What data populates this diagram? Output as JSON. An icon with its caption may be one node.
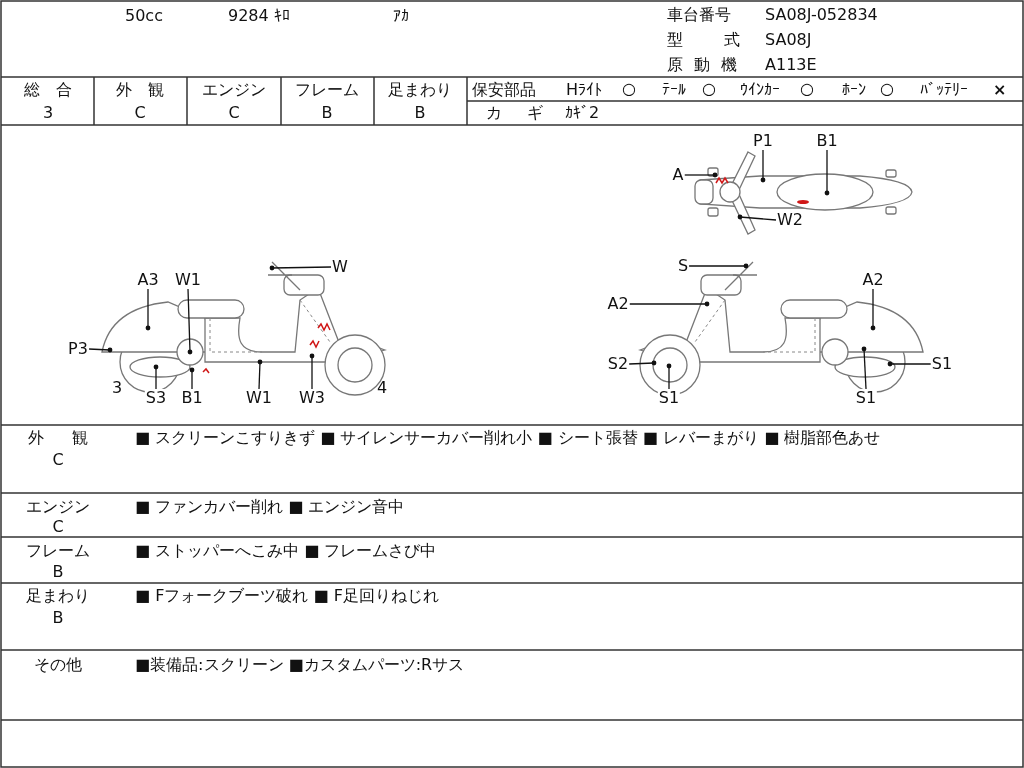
{
  "diagram": {
    "nodes": [
      {
        "text": [
          "P1"
        ]
      },
      {
        "text": [
          "B1"
        ]
      },
      {
        "text": [
          "A"
        ]
      },
      {
        "text": [
          "W2"
        ]
      },
      {
        "text": [
          "W"
        ]
      },
      {
        "text": [
          "S"
        ]
      },
      {
        "text": [
          "A3"
        ]
      },
      {
        "text": [
          "W1"
        ]
      },
      {
        "text": [
          "A2"
        ]
      },
      {
        "text": [
          "A2"
        ]
      },
      {
        "text": [
          "P3"
        ]
      },
      {
        "text": [
          "S2"
        ]
      },
      {
        "text": [
          "S1"
        ]
      },
      {
        "text": [
          "S3"
        ]
      },
      {
        "text": [
          "B1"
        ]
      },
      {
        "text": [
          "W1"
        ]
      },
      {
        "text": [
          "W3"
        ]
      },
      {
        "text": [
          "S1"
        ]
      },
      {
        "text": [
          "S1"
        ]
      }
    ],
    "edges": [
      {
        "from": 0,
        "to": null,
        "arrow": "other"
      },
      {
        "from": 1,
        "to": null,
        "arrow": "other"
      },
      {
        "from": 2,
        "to": null,
        "arrow": "other"
      },
      {
        "from": 3,
        "to": null,
        "arrow": "other"
      },
      {
        "from": 4,
        "to": null,
        "arrow": "other"
      },
      {
        "from": 5,
        "to": null,
        "arrow": "other"
      },
      {
        "from": 6,
        "to": null,
        "arrow": "other"
      },
      {
        "from": 7,
        "to": null,
        "arrow": "other"
      },
      {
        "from": 8,
        "to": null,
        "arrow": "other"
      },
      {
        "from": 9,
        "to": null,
        "arrow": "other"
      },
      {
        "from": 10,
        "to": null,
        "arrow": "other"
      },
      {
        "from": 11,
        "to": null,
        "arrow": "other"
      },
      {
        "from": 12,
        "to": null,
        "arrow": "other"
      },
      {
        "from": 13,
        "to": null,
        "arrow": "other"
      },
      {
        "from": 14,
        "to": null,
        "arrow": "other"
      },
      {
        "from": 15,
        "to": null,
        "arrow": "other"
      },
      {
        "from": 16,
        "to": null,
        "arrow": "other"
      },
      {
        "from": 17,
        "to": null,
        "arrow": "other"
      },
      {
        "from": 18,
        "to": null,
        "arrow": "other"
      }
    ],
    "labels": [
      "50cc",
      "9284 ｷﾛ",
      "ｱｶ",
      "車台番号",
      "SA08J-052834",
      "型 式",
      "SA08J",
      "原 動 機",
      "A113E",
      "総 合",
      "外 観",
      "エンジン",
      "フレーム",
      "足まわり",
      "保安部品",
      "Hﾗｲﾄ",
      "○",
      "ﾃｰﾙ",
      "○",
      "ｳｲﾝｶｰ",
      "○",
      "ﾎｰﾝ",
      "○",
      "ﾊﾞｯﾃﾘｰ",
      "×",
      "3",
      "C",
      "C",
      "B",
      "B",
      "カ ギ",
      "ｶｷﾞ2",
      "3",
      "4",
      "外 観",
      "C",
      "■ スクリーンこすりきず ■ サイレンサーカバー削れ小 ■ シート張替 ■ レバーまがり ■ 樹脂部色あせ",
      "エンジン",
      "C",
      "■ ファンカバー削れ ■ エンジン音中",
      "フレーム",
      "B",
      "■ ストッパーへこみ中 ■ フレームさび中",
      "足まわり",
      "B",
      "■ Fフォークブーツ破れ ■ F足回りねじれ",
      "その他",
      "■装備品:スクリーン ■カスタムパーツ:Rサス"
    ]
  }
}
